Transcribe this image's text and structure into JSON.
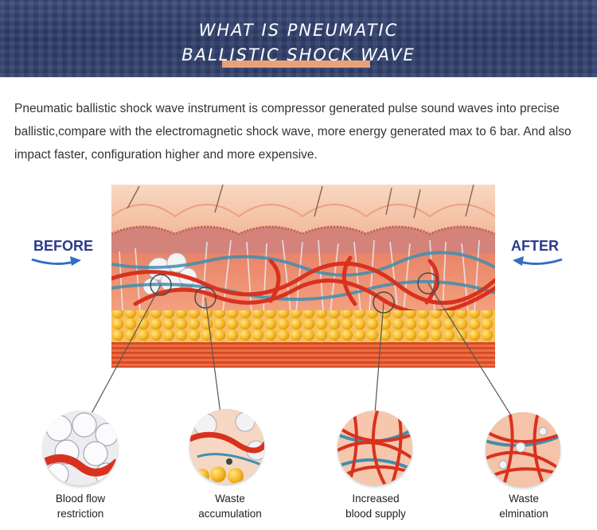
{
  "header": {
    "title_line1": "WHAT IS PNEUMATIC",
    "title_line2": "BALLISTIC SHOCK WAVE"
  },
  "description": "Pneumatic ballistic shock wave instrument is compressor generated pulse sound waves into precise ballistic,compare with the electromagnetic shock wave, more energy generated max to 6 bar. And also impact faster, configuration higher and more expensive.",
  "labels": {
    "before": "BEFORE",
    "after": "AFTER"
  },
  "captions": [
    {
      "line1": "Blood flow",
      "line2": "restriction"
    },
    {
      "line1": "Waste",
      "line2": "accumulation"
    },
    {
      "line1": "Increased",
      "line2": "blood supply"
    },
    {
      "line1": "Waste",
      "line2": "elmination"
    }
  ],
  "colors": {
    "banner": "#2e3d69",
    "accent_underline": "#e9a178",
    "label_blue": "#2b3a8c",
    "blood_red": "#d8321f",
    "fat_yellow": "#f4b623"
  }
}
